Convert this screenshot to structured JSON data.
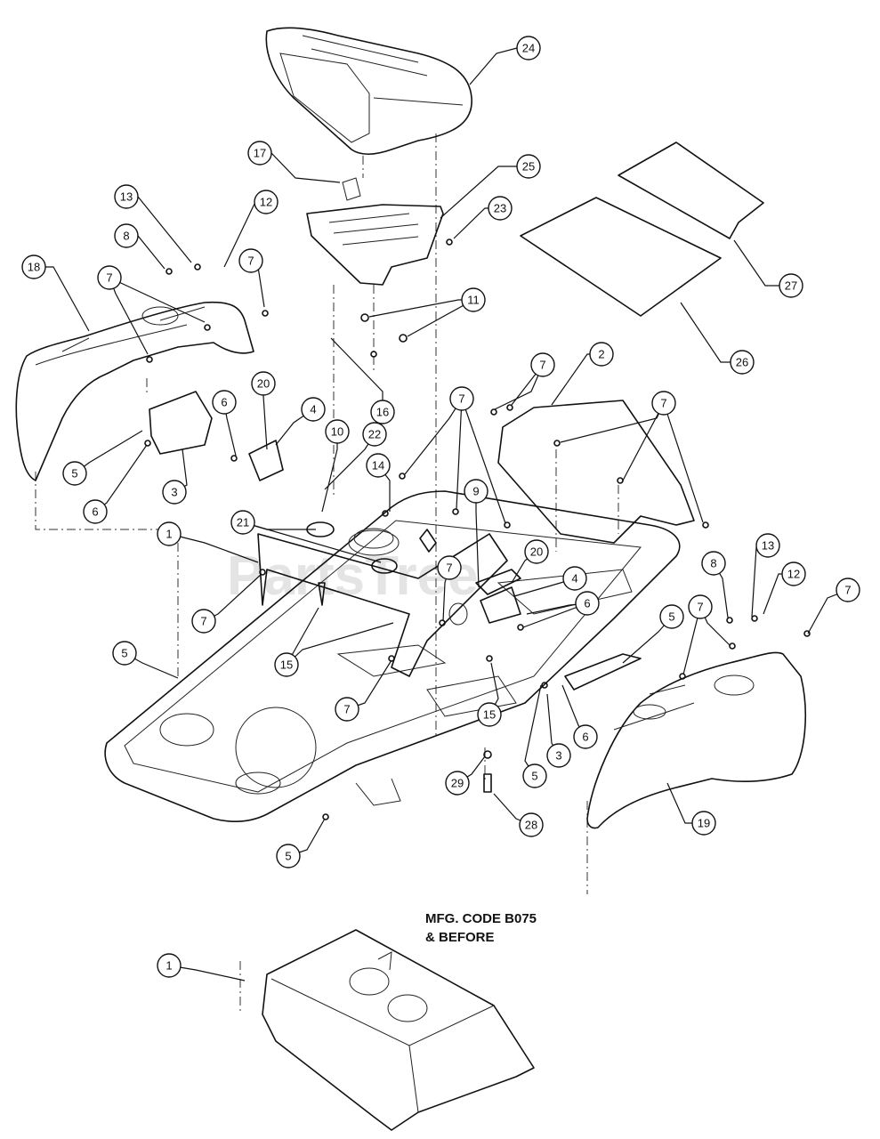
{
  "watermark": "PartsTree",
  "note": {
    "line1": "MFG. CODE B075",
    "line2": "& BEFORE"
  },
  "callouts": [
    {
      "id": "c24",
      "label": "24"
    },
    {
      "id": "c25",
      "label": "25"
    },
    {
      "id": "c17",
      "label": "17"
    },
    {
      "id": "c23",
      "label": "23"
    },
    {
      "id": "c13a",
      "label": "13"
    },
    {
      "id": "c12a",
      "label": "12"
    },
    {
      "id": "c8a",
      "label": "8"
    },
    {
      "id": "c7a",
      "label": "7"
    },
    {
      "id": "c18",
      "label": "18"
    },
    {
      "id": "c7b",
      "label": "7"
    },
    {
      "id": "c11",
      "label": "11"
    },
    {
      "id": "c27",
      "label": "27"
    },
    {
      "id": "c26",
      "label": "26"
    },
    {
      "id": "c16",
      "label": "16"
    },
    {
      "id": "c2",
      "label": "2"
    },
    {
      "id": "c7c",
      "label": "7"
    },
    {
      "id": "c7d",
      "label": "7"
    },
    {
      "id": "c7e",
      "label": "7"
    },
    {
      "id": "c20a",
      "label": "20"
    },
    {
      "id": "c6a",
      "label": "6"
    },
    {
      "id": "c4a",
      "label": "4"
    },
    {
      "id": "c10",
      "label": "10"
    },
    {
      "id": "c22",
      "label": "22"
    },
    {
      "id": "c14",
      "label": "14"
    },
    {
      "id": "c9",
      "label": "9"
    },
    {
      "id": "c5a",
      "label": "5"
    },
    {
      "id": "c6b",
      "label": "6"
    },
    {
      "id": "c3a",
      "label": "3"
    },
    {
      "id": "c21",
      "label": "21"
    },
    {
      "id": "c1a",
      "label": "1"
    },
    {
      "id": "c7f",
      "label": "7"
    },
    {
      "id": "c20b",
      "label": "20"
    },
    {
      "id": "c4b",
      "label": "4"
    },
    {
      "id": "c6c",
      "label": "6"
    },
    {
      "id": "c7g",
      "label": "7"
    },
    {
      "id": "c8b",
      "label": "8"
    },
    {
      "id": "c13b",
      "label": "13"
    },
    {
      "id": "c12b",
      "label": "12"
    },
    {
      "id": "c7h",
      "label": "7"
    },
    {
      "id": "c5b",
      "label": "5"
    },
    {
      "id": "c15a",
      "label": "15"
    },
    {
      "id": "c7i",
      "label": "7"
    },
    {
      "id": "c15b",
      "label": "15"
    },
    {
      "id": "c7j",
      "label": "7"
    },
    {
      "id": "c5c",
      "label": "5"
    },
    {
      "id": "c3b",
      "label": "3"
    },
    {
      "id": "c6d",
      "label": "6"
    },
    {
      "id": "c5d",
      "label": "5"
    },
    {
      "id": "c29",
      "label": "29"
    },
    {
      "id": "c28",
      "label": "28"
    },
    {
      "id": "c19",
      "label": "19"
    },
    {
      "id": "c5e",
      "label": "5"
    },
    {
      "id": "c1b",
      "label": "1"
    }
  ]
}
